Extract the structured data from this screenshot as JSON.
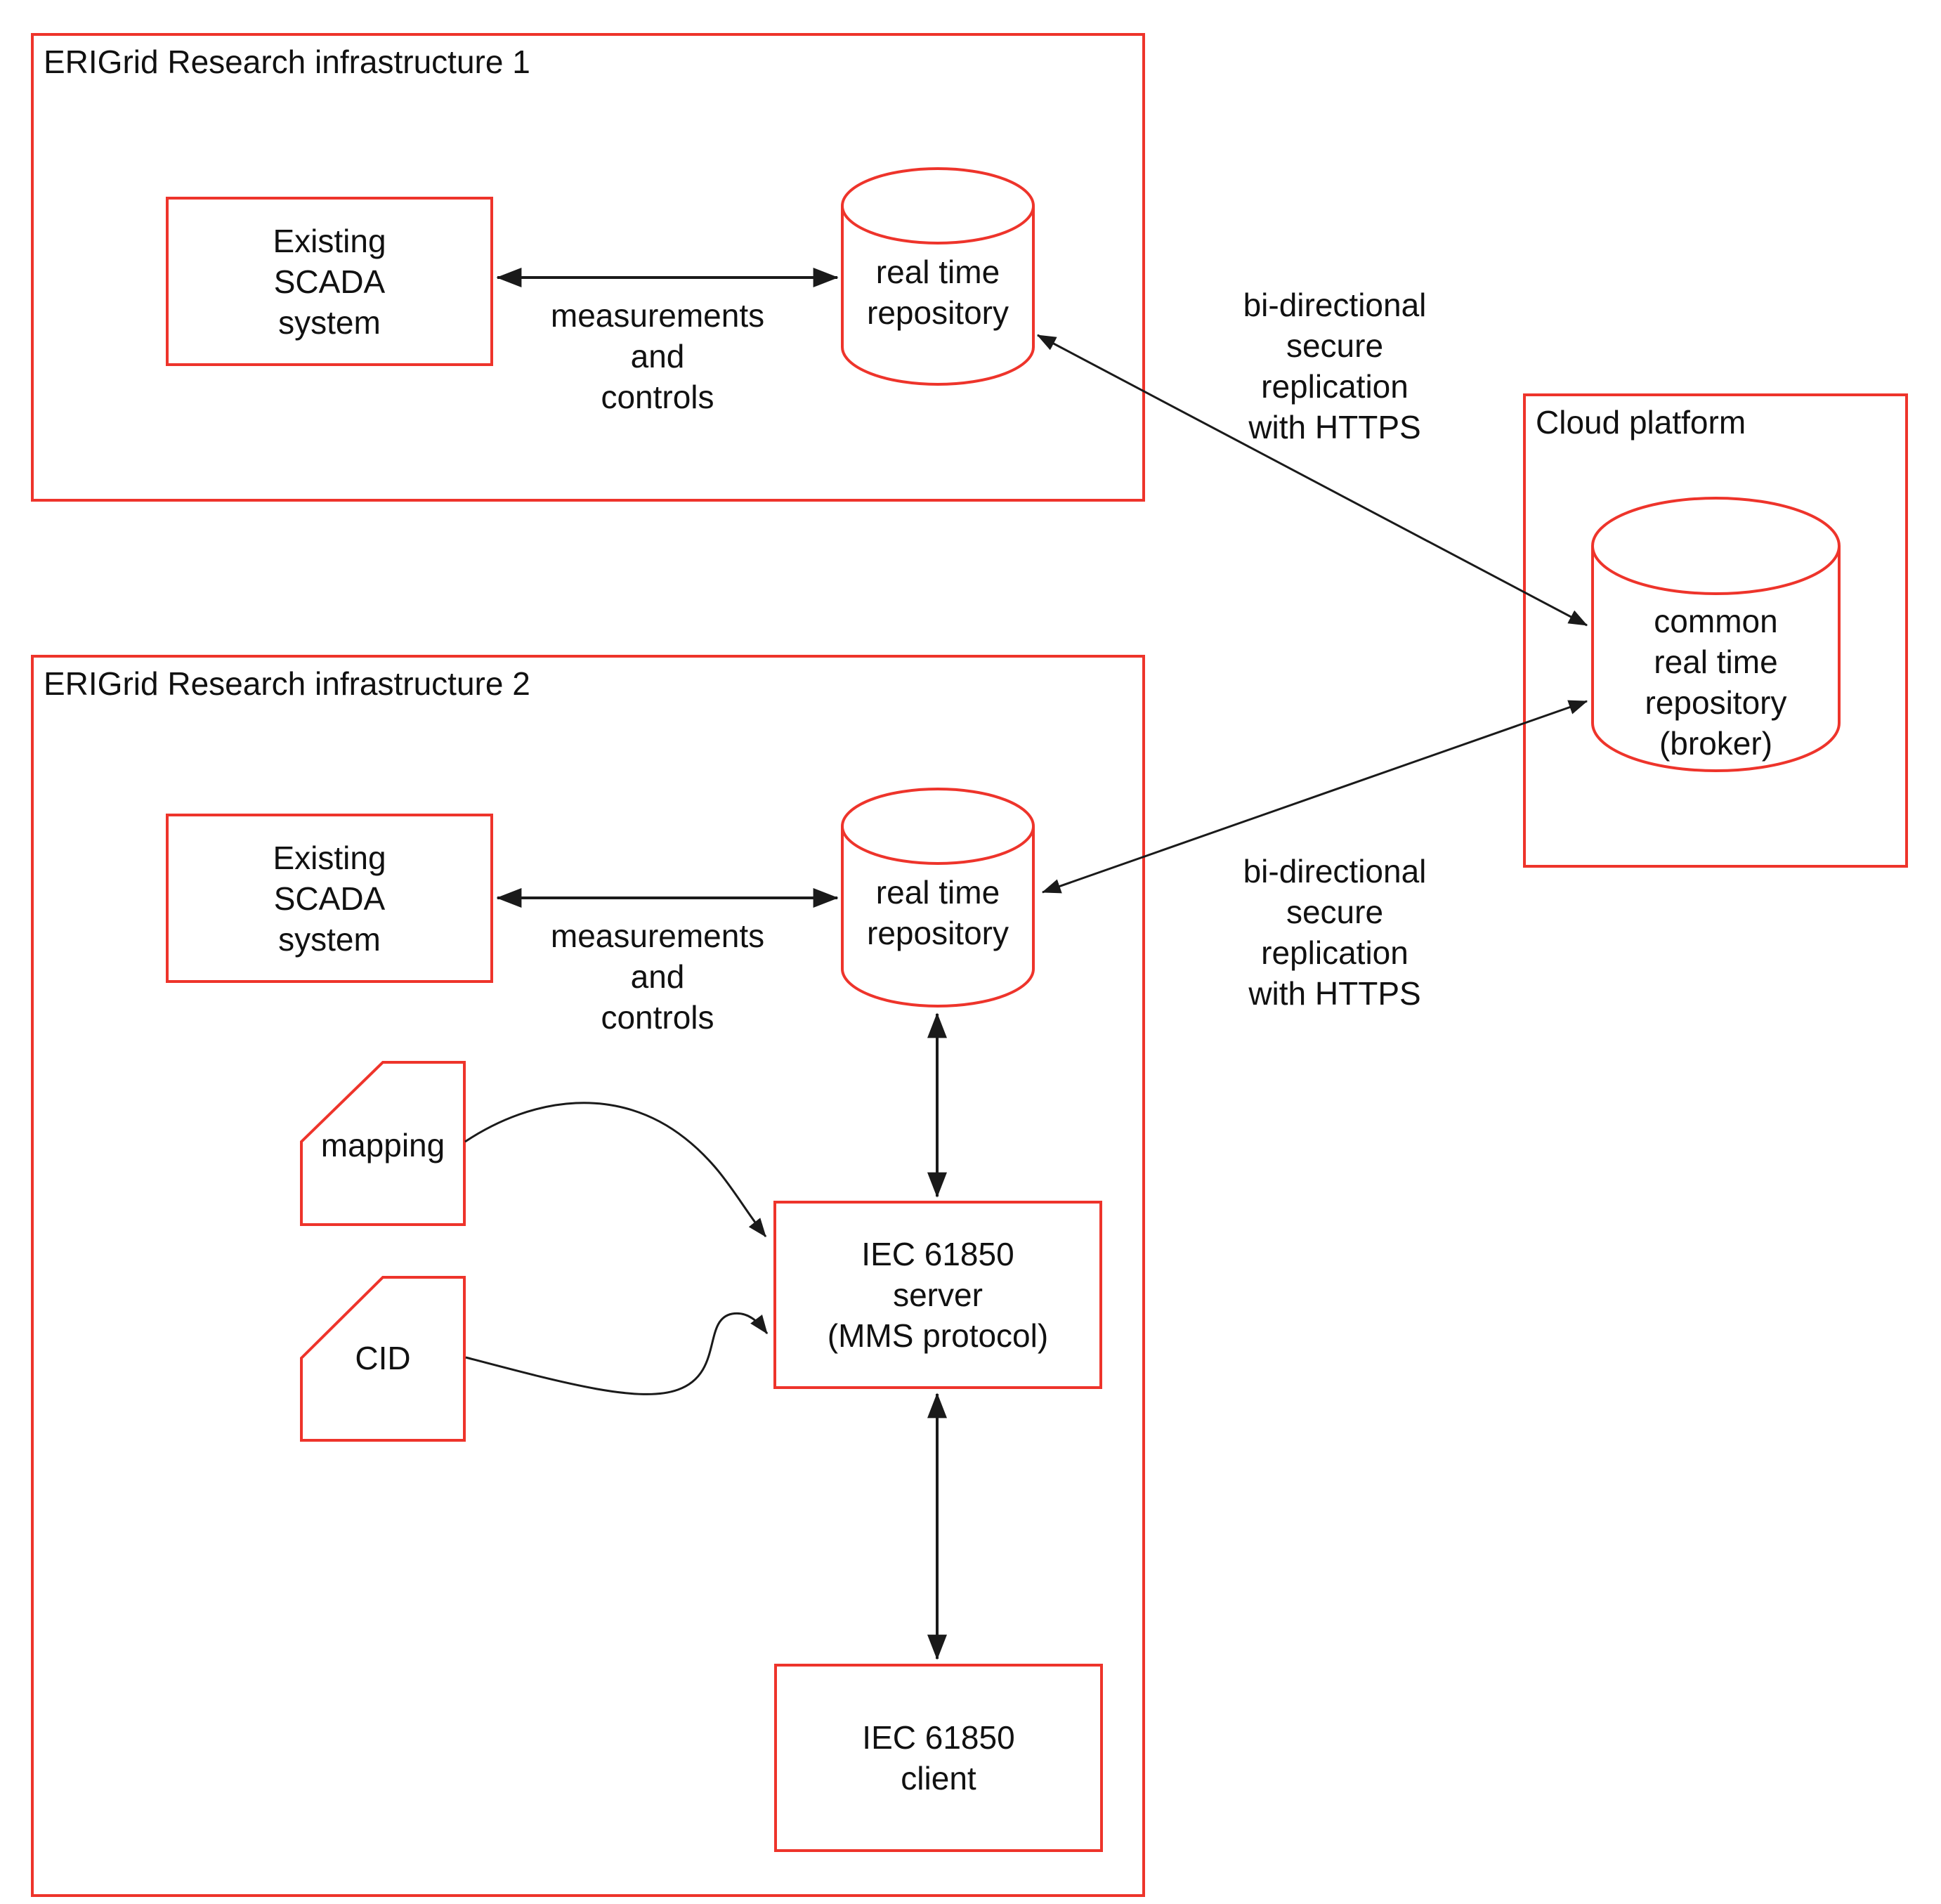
{
  "colors": {
    "shape_stroke": "#ee342b",
    "text": "#111111",
    "arrow": "#1a1a1a",
    "background": "#ffffff"
  },
  "groups": {
    "infrastructure1": {
      "title": "ERIGrid Research infrastructure 1"
    },
    "infrastructure2": {
      "title": "ERIGrid Research infrastructure 2"
    },
    "cloud": {
      "title": "Cloud platform"
    }
  },
  "nodes": {
    "scada1": {
      "label": "Existing\nSCADA\nsystem"
    },
    "repo1": {
      "label": "real time\nrepository"
    },
    "scada2": {
      "label": "Existing\nSCADA\nsystem"
    },
    "repo2": {
      "label": "real time\nrepository"
    },
    "mapping": {
      "label": "mapping"
    },
    "cid": {
      "label": "CID"
    },
    "server": {
      "label": "IEC 61850\nserver\n(MMS protocol)"
    },
    "client": {
      "label": "IEC 61850\nclient"
    },
    "common_repo": {
      "label": "common\nreal time\nrepository\n(broker)"
    }
  },
  "edge_labels": {
    "measurements1": "measurements\nand\ncontrols",
    "measurements2": "measurements\nand\ncontrols",
    "replication_top": "bi-directional\nsecure\nreplication\nwith HTTPS",
    "replication_bottom": "bi-directional\nsecure\nreplication\nwith HTTPS"
  }
}
